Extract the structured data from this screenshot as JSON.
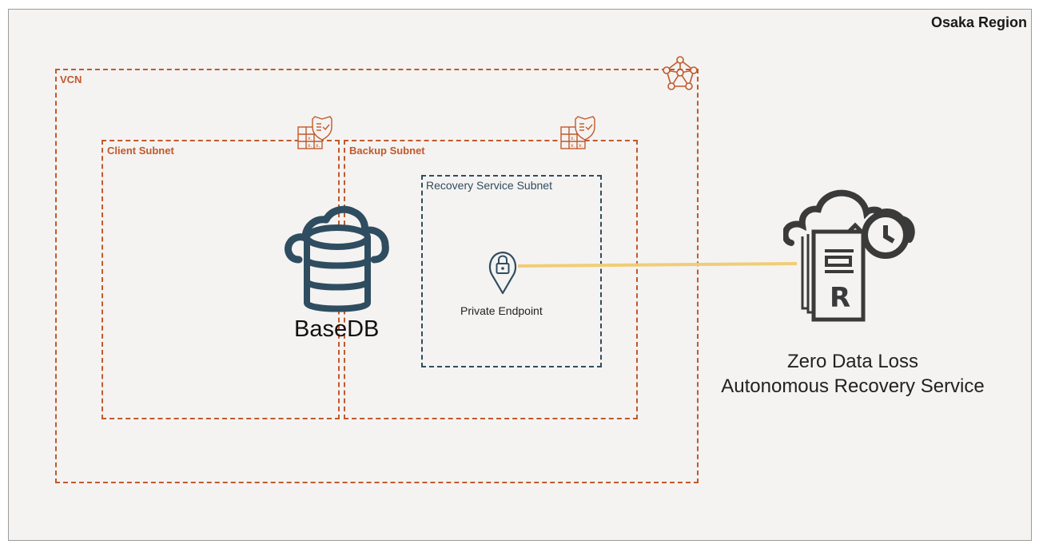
{
  "region": {
    "label": "Osaka Region"
  },
  "vcn": {
    "label": "VCN",
    "icon": "vcn-network-icon"
  },
  "client_subnet": {
    "label": "Client Subnet",
    "icon": "security-list-icon"
  },
  "backup_subnet": {
    "label": "Backup Subnet",
    "icon": "security-list-icon"
  },
  "recovery_subnet": {
    "label": "Recovery Service Subnet"
  },
  "basedb": {
    "label": "BaseDB",
    "icon": "cloud-database-icon"
  },
  "private_endpoint": {
    "label": "Private Endpoint",
    "icon": "location-lock-icon"
  },
  "recovery_service": {
    "line1": "Zero Data Loss",
    "line2": "Autonomous Recovery Service",
    "icon": "cloud-recovery-server-icon"
  },
  "colors": {
    "subnet_border": "#c1592c",
    "recovery_border": "#2f4d60",
    "connector": "#f0cd76",
    "icon_dark": "#2f4d60",
    "icon_gray": "#3a3a3a",
    "region_bg": "#f4f3f1"
  }
}
